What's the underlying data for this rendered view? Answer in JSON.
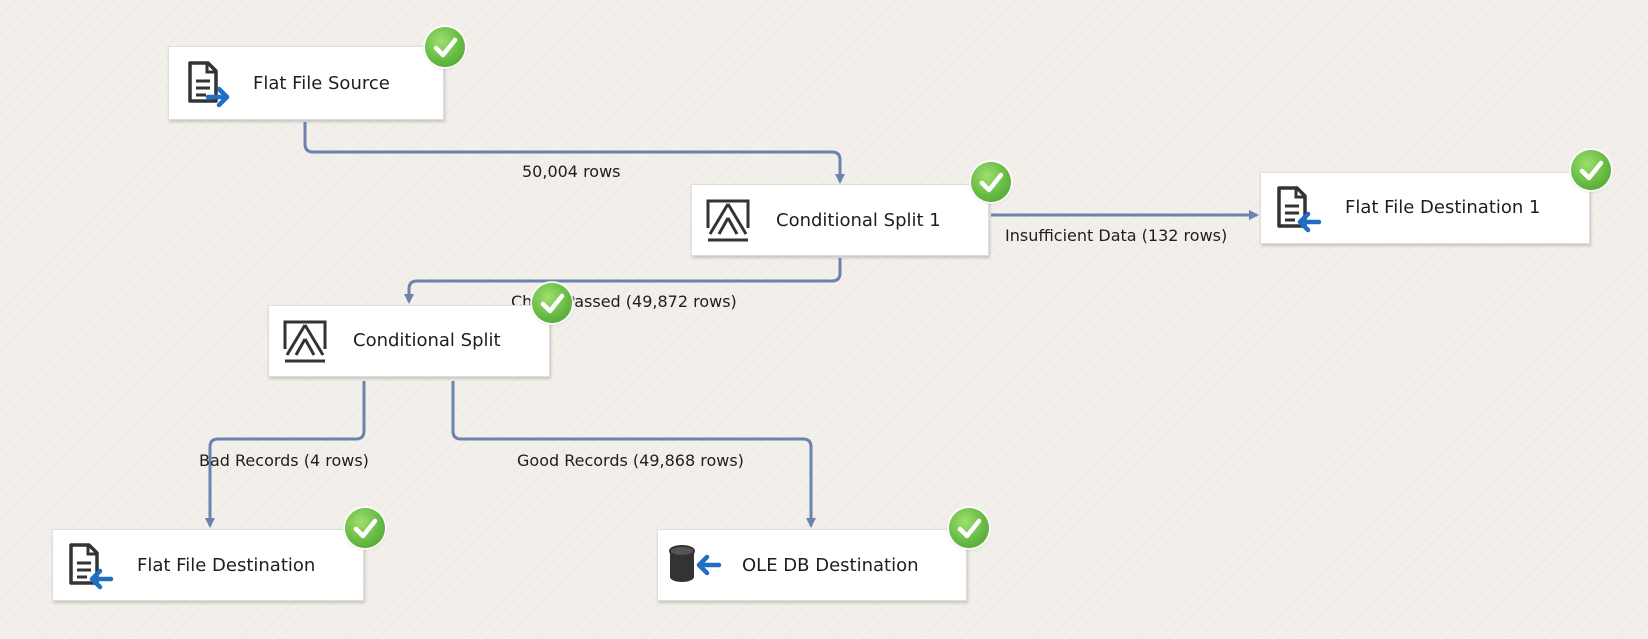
{
  "nodes": {
    "flat_file_source": {
      "label": "Flat File Source",
      "icon": "flat-file-source-icon",
      "status": "success"
    },
    "conditional_split_1": {
      "label": "Conditional Split 1",
      "icon": "conditional-split-icon",
      "status": "success"
    },
    "flat_file_destination_1": {
      "label": "Flat File Destination 1",
      "icon": "flat-file-destination-icon",
      "status": "success"
    },
    "conditional_split": {
      "label": "Conditional Split",
      "icon": "conditional-split-icon",
      "status": "success"
    },
    "flat_file_destination": {
      "label": "Flat File Destination",
      "icon": "flat-file-destination-icon",
      "status": "success"
    },
    "ole_db_destination": {
      "label": "OLE DB Destination",
      "icon": "ole-db-destination-icon",
      "status": "success"
    }
  },
  "paths": {
    "source_to_split1": "50,004 rows",
    "split1_insufficient": "Insufficient Data (132 rows)",
    "split1_check_passed": "Check Passed (49,872 rows)",
    "split_bad_records": "Bad Records (4 rows)",
    "split_good_records": "Good Records (49,868 rows)"
  },
  "colors": {
    "path_line": "#6c83ad",
    "success_green": "#66bb44",
    "arrow_blue": "#1f6fc4",
    "icon_dark": "#333333"
  }
}
